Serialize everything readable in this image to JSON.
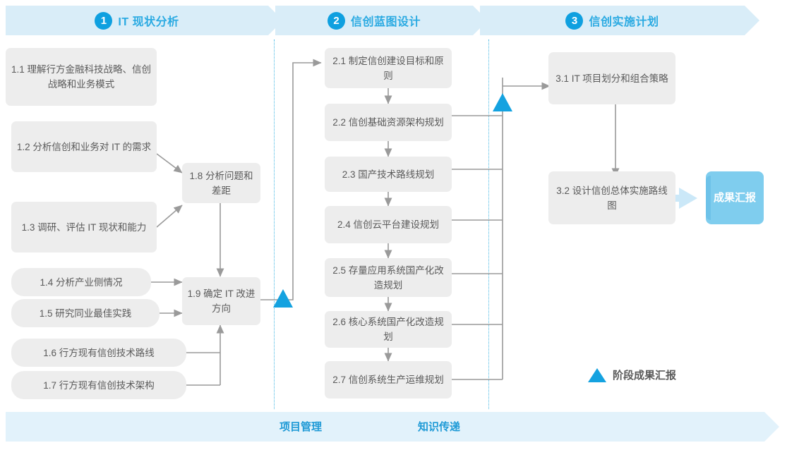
{
  "phases": [
    {
      "num": "1",
      "title": "IT 现状分析"
    },
    {
      "num": "2",
      "title": "信创蓝图设计"
    },
    {
      "num": "3",
      "title": "信创实施计划"
    }
  ],
  "boxes": {
    "b11": "1.1 理解行方金融科技战略、信创战略和业务模式",
    "b12": "1.2 分析信创和业务对 IT 的需求",
    "b13": "1.3 调研、评估 IT 现状和能力",
    "b14": "1.4 分析产业侧情况",
    "b15": "1.5 研究同业最佳实践",
    "b16": "1.6 行方现有信创技术路线",
    "b17": "1.7 行方现有信创技术架构",
    "b18": "1.8 分析问题和差距",
    "b19": "1.9 确定 IT 改进方向",
    "b21": "2.1 制定信创建设目标和原则",
    "b22": "2.2 信创基础资源架构规划",
    "b23": "2.3 国产技术路线规划",
    "b24": "2.4 信创云平台建设规划",
    "b25": "2.5 存量应用系统国产化改造规划",
    "b26": "2.6 核心系统国产化改造规划",
    "b27": "2.7 信创系统生产运维规划",
    "b31": "3.1 IT 项目划分和组合策略",
    "b32": "3.2 设计信创总体实施路线图",
    "result": "成果汇报"
  },
  "legend": {
    "label": "阶段成果汇报",
    "icon": "triangle-milestone-icon"
  },
  "footer": {
    "left_label": "项目管理",
    "right_label": "知识传递"
  },
  "colors": {
    "accent": "#14a2e0",
    "phase_band": "#d9edf8",
    "phase_title": "#2aaae2",
    "box_fill": "#ededed",
    "box_text": "#5a5a5a",
    "result_fill": "#7fcdee",
    "footer_band": "#e2f2fb",
    "footer_text": "#1f9ad6",
    "connector": "#9a9a9a",
    "divider": "#46b8e4"
  }
}
